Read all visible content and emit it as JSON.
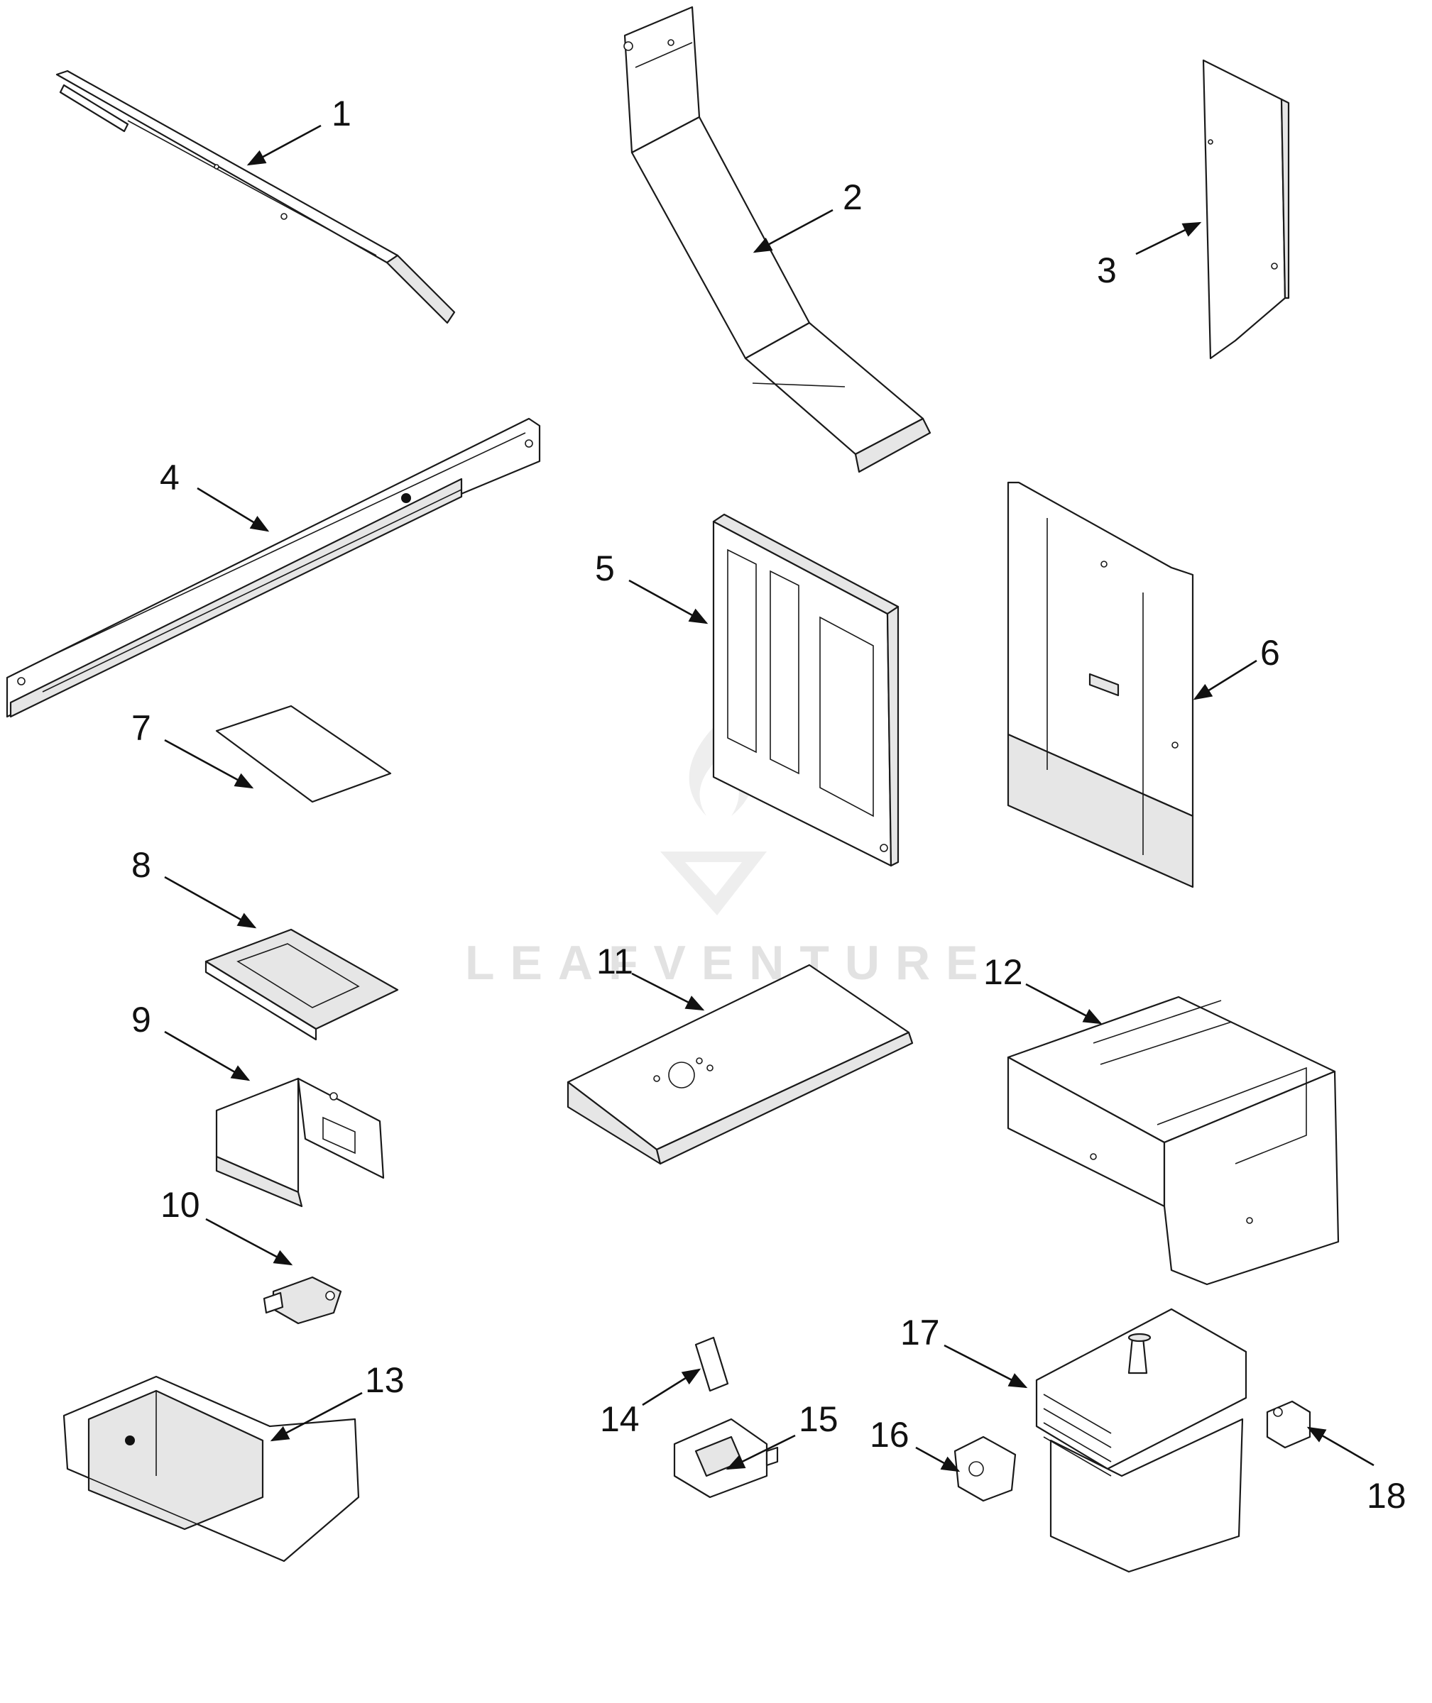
{
  "callouts": [
    "1",
    "2",
    "3",
    "4",
    "5",
    "6",
    "7",
    "8",
    "9",
    "10",
    "11",
    "12",
    "13",
    "14",
    "15",
    "16",
    "17",
    "18"
  ],
  "watermark": {
    "text": "LEAFVENTURE"
  }
}
